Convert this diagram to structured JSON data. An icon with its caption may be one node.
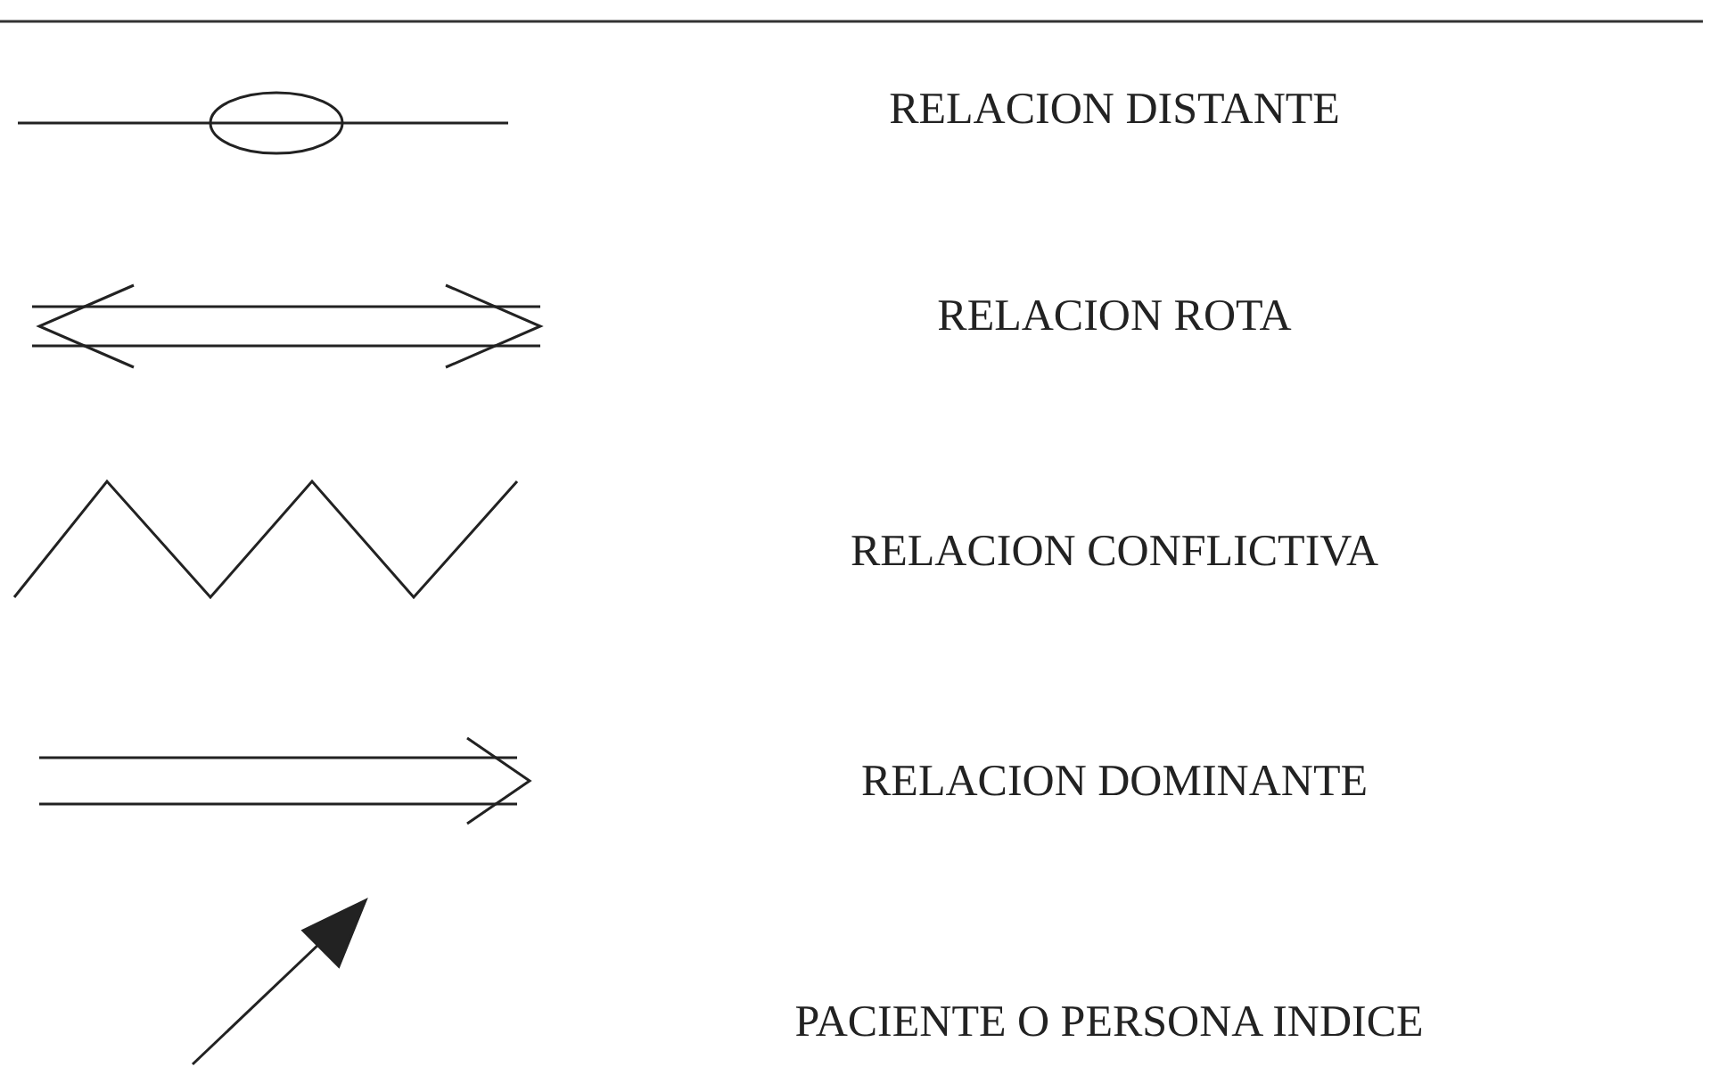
{
  "diagram": {
    "legend": [
      {
        "text": "RELACION DISTANTE"
      },
      {
        "text": "RELACION ROTA"
      },
      {
        "text": "RELACION CONFLICTIVA"
      },
      {
        "text": "RELACION DOMINANTE"
      },
      {
        "text": "PACIENTE O PERSONA INDICE"
      }
    ]
  }
}
